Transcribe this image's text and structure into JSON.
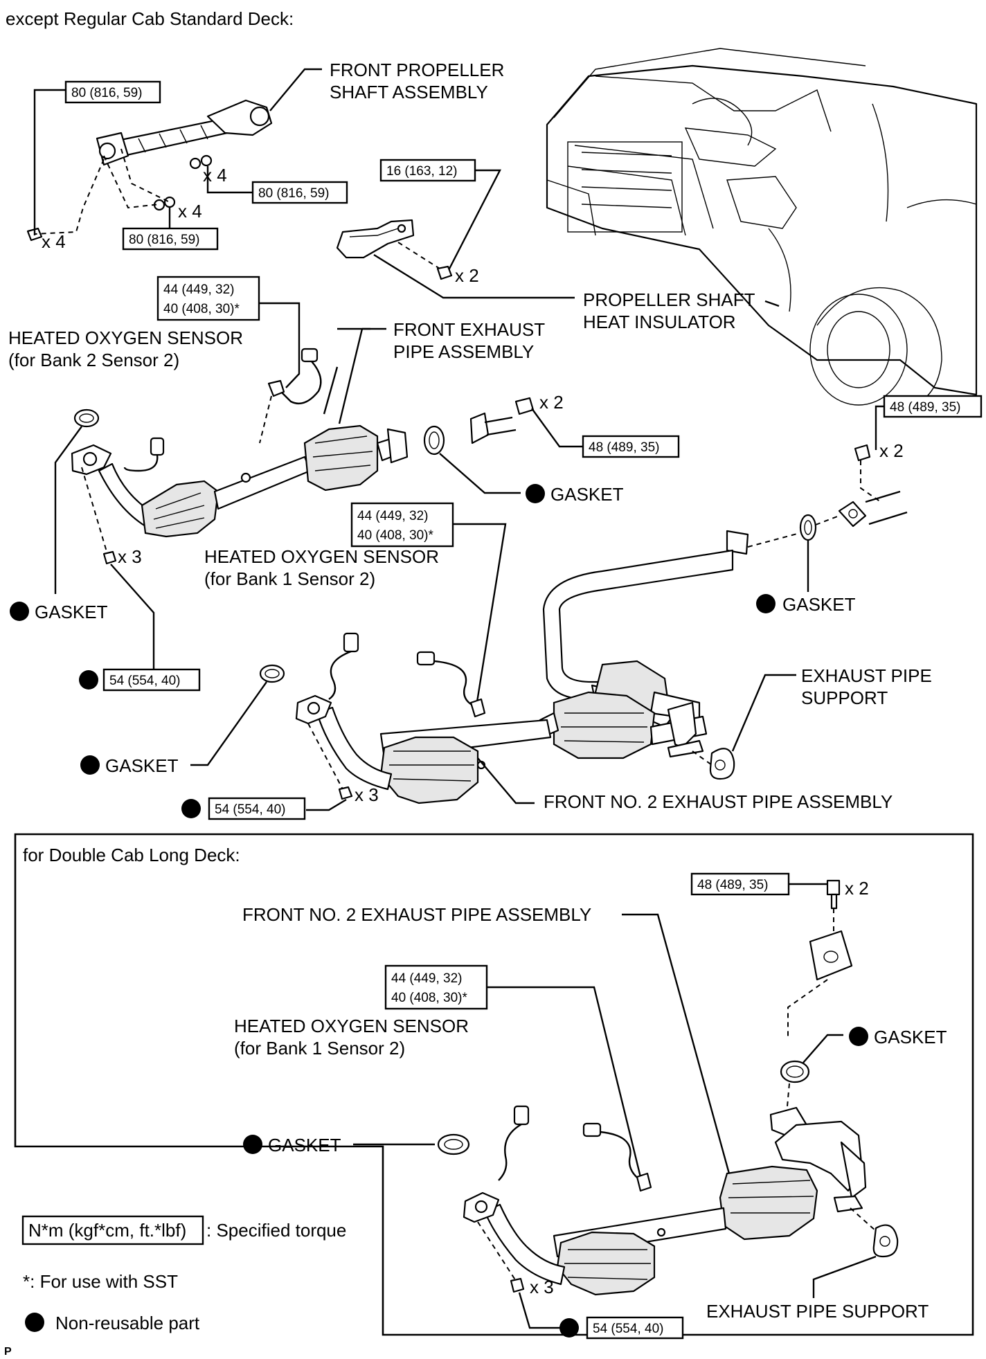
{
  "header": {
    "title": "except Regular Cab Standard Deck:"
  },
  "labels": {
    "front_propeller_l1": "FRONT PROPELLER",
    "front_propeller_l2": "SHAFT ASSEMBLY",
    "prop_insulator_l1": "PROPELLER SHAFT",
    "prop_insulator_l2": "HEAT INSULATOR",
    "ho2_bank2_l1": "HEATED OXYGEN SENSOR",
    "ho2_bank2_l2": "(for Bank 2 Sensor 2)",
    "front_exhaust_l1": "FRONT EXHAUST",
    "front_exhaust_l2": "PIPE ASSEMBLY",
    "ho2_bank1_l1": "HEATED OXYGEN SENSOR",
    "ho2_bank1_l2": "(for Bank 1 Sensor 2)",
    "gasket": "GASKET",
    "exhaust_support_l1": "EXHAUST PIPE",
    "exhaust_support_l2": "SUPPORT",
    "front_no2": "FRONT NO. 2 EXHAUST PIPE ASSEMBLY",
    "support_full": "EXHAUST PIPE SUPPORT"
  },
  "qty": {
    "x4": "x 4",
    "x2": "x 2",
    "x3": "x 3"
  },
  "torque": {
    "t80": "80 (816, 59)",
    "t16": "16 (163, 12)",
    "t48": "48 (489, 35)",
    "t44": "44 (449, 32)",
    "t40": "40 (408, 30)*",
    "t54": "54 (554, 40)"
  },
  "inset": {
    "title": "for Double Cab Long Deck:"
  },
  "legend": {
    "torque_unit": "N*m (kgf*cm, ft.*lbf)",
    "torque_desc": ": Specified torque",
    "sst_note": "*: For use with SST",
    "nonreusable": "Non-reusable part"
  },
  "corner_mark": "P",
  "colors": {
    "ink": "#000000",
    "paper": "#ffffff",
    "shade": "#e6e6e6"
  }
}
